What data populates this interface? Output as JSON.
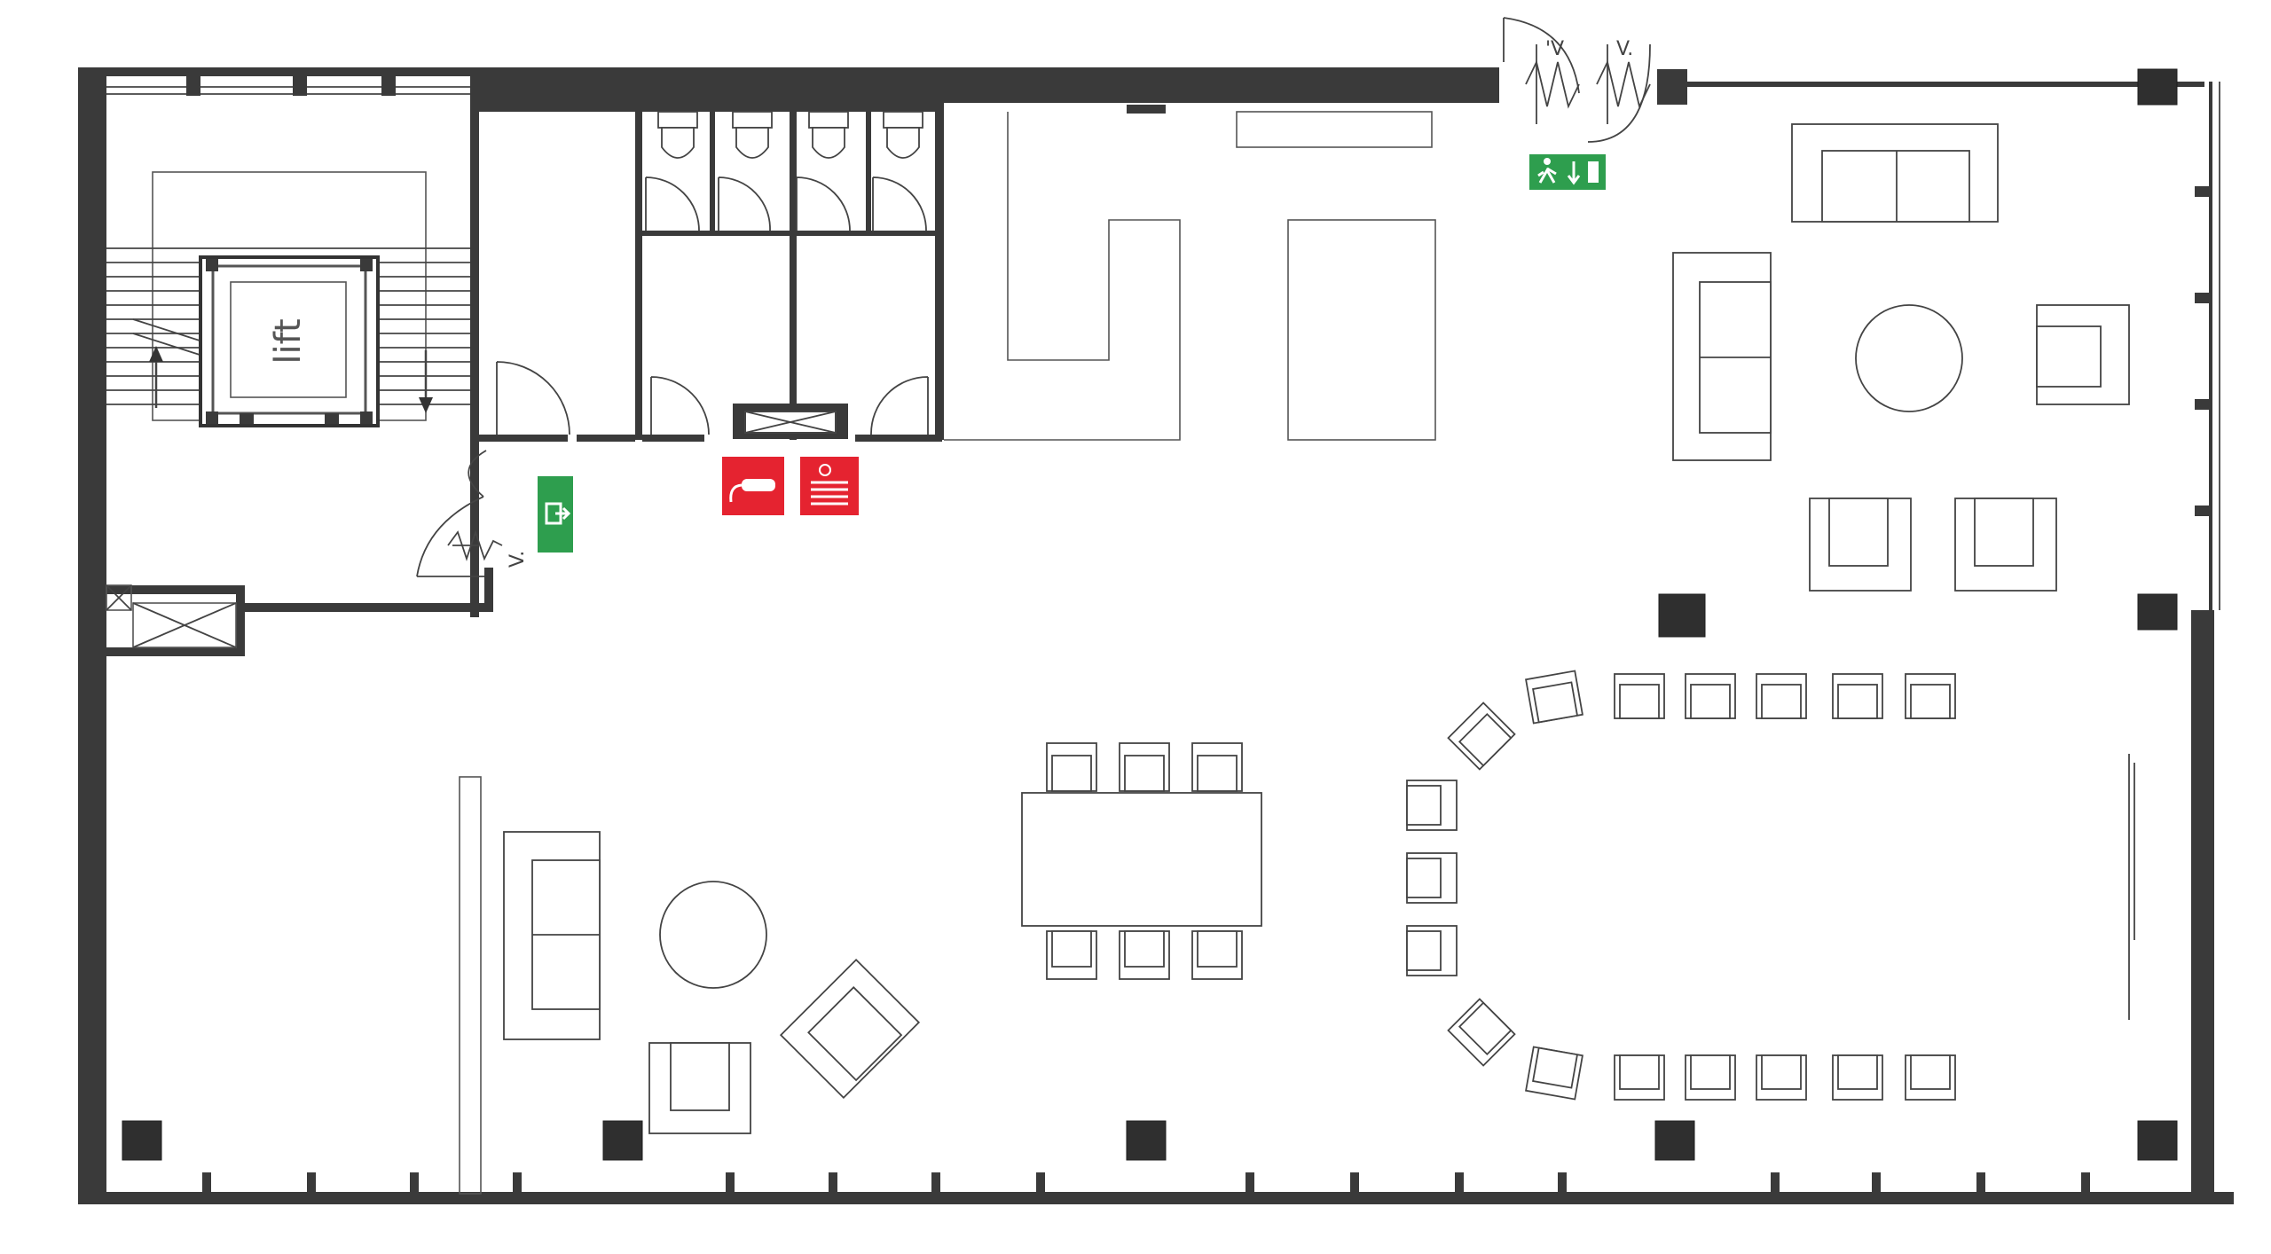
{
  "floorplan": {
    "lift_label": "lift",
    "door_tag_left": "V.",
    "door_tag_top_1": "'V",
    "door_tag_top_2": "V.",
    "colors": {
      "wall": "#3a3a3a",
      "exit_sign": "#2e9e4e",
      "fire_sign": "#e52330"
    },
    "icons": {
      "emergency_exit": "exit-door-sign",
      "fire_extinguisher": "fire-extinguisher-sign",
      "fire_hose": "fire-hose-reel-sign",
      "running_man_exit": "running-man-exit-sign"
    }
  }
}
